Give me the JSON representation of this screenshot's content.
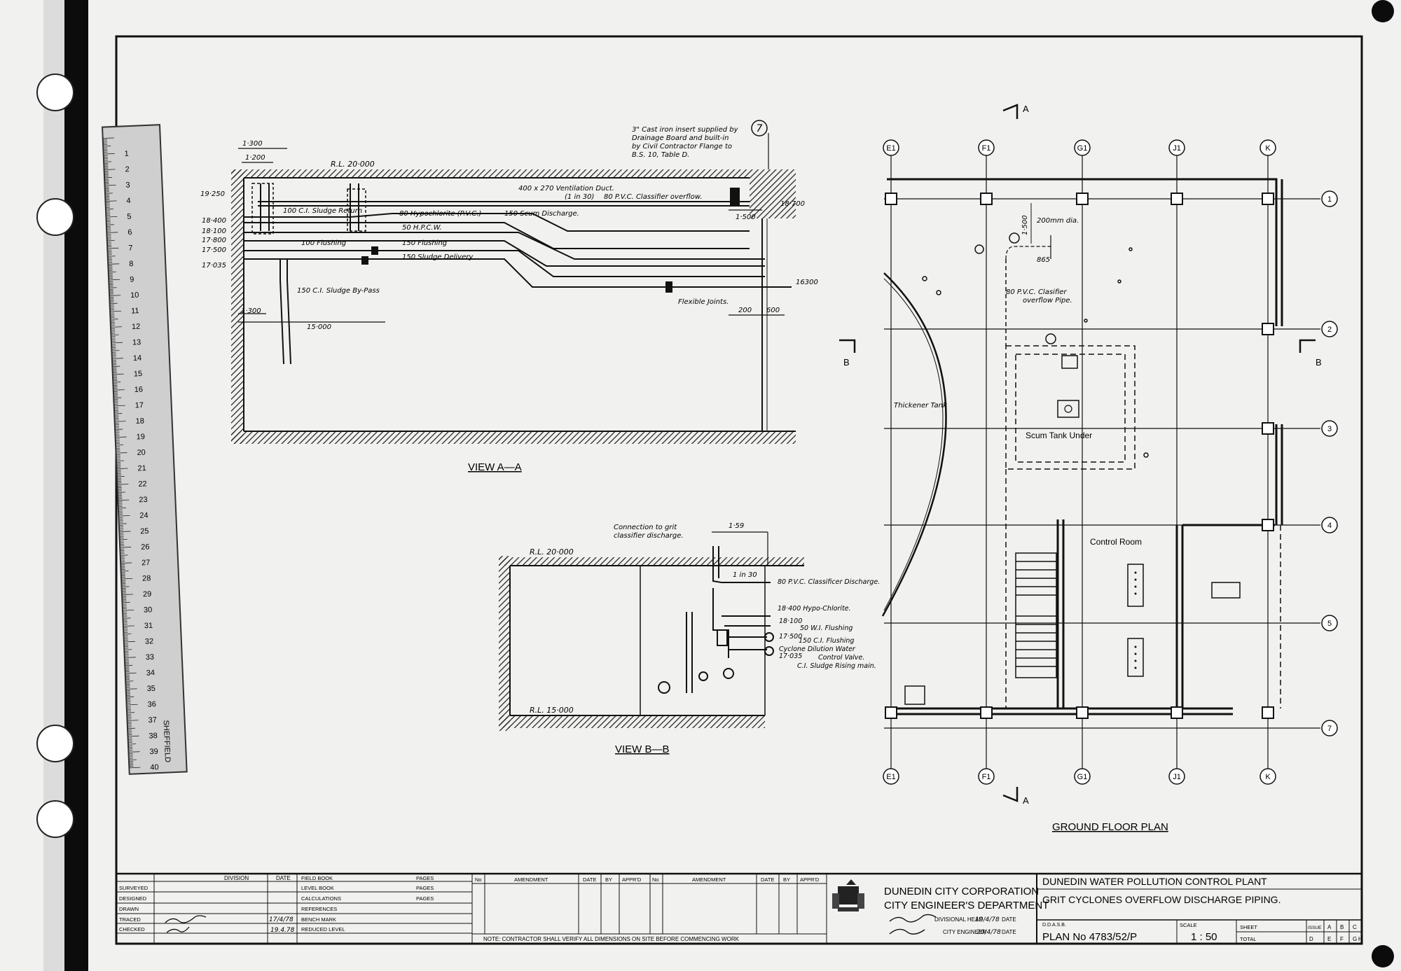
{
  "view_aa": {
    "title": "VIEW A—A",
    "top_note": [
      "3\" Cast iron insert supplied by",
      "Drainage Board and built-in",
      "by Civil Contractor Flange to",
      "B.S. 10, Table D."
    ],
    "rl": "R.L. 20·000",
    "dim_1300": "1·300",
    "dim_1200": "1·200",
    "dim_1500": "1·500",
    "dim_15000": "15·000",
    "dim_200": "200",
    "dim_600": "600",
    "dim_1300b": "1·300",
    "levels": [
      "19·250",
      "18·400",
      "18·100",
      "17·800",
      "17·500",
      "17·035"
    ],
    "level_18700": "18·700",
    "level_16300": "16300",
    "grid_7": "7",
    "labels": {
      "duct": "400 x 270 Ventilation Duct.",
      "gradient": "(1 in 30)",
      "pvc_overflow": "80 P.V.C. Classifier overflow.",
      "sludge_return": "100 C.I. Sludge Return",
      "hypo": "80 Hypochlorite (P.V.C.)",
      "scum": "150 Scum Discharge.",
      "hpcw": "50 H.P.C.W.",
      "flushing100": "100 Flushing",
      "flushing150": "150 Flushing",
      "sludge_delivery": "150 Sludge Delivery",
      "bypass": "150 C.I. Sludge By-Pass",
      "flexible": "Flexible Joints."
    }
  },
  "view_bb": {
    "title": "VIEW B—B",
    "rl_top": "R.L. 20·000",
    "rl_bottom": "R.L. 15·000",
    "dim_159": "1·59",
    "gradient": "1 in 30",
    "connection_note": [
      "Connection to grit",
      "classifier discharge."
    ],
    "labels": [
      "80 P.V.C. Classificer Discharge.",
      "18·400 Hypo-Chlorite.",
      "18·100",
      "50 W.I. Flushing",
      "17·500",
      "150 C.I. Flushing",
      "Cyclone Dilution Water",
      "Control Valve.",
      "17·035",
      "C.I. Sludge Rising main."
    ]
  },
  "plan": {
    "title": "GROUND FLOOR PLAN",
    "section_a": "A",
    "section_b": "B",
    "grid_top": [
      "E1",
      "F1",
      "G1",
      "J1",
      "K"
    ],
    "grid_right": [
      "1",
      "2",
      "3",
      "4",
      "5",
      "7"
    ],
    "dim_1500": "1·500",
    "dia": "200mm dia.",
    "dim_865": "865",
    "overflow_note": [
      "80 P.V.C. Clasifier",
      "overflow Pipe."
    ],
    "thickener": "Thickener Tank",
    "scum_tank": "Scum Tank Under",
    "control_room": "Control Room"
  },
  "title_block": {
    "left_headers": [
      "DIVISION",
      "DATE"
    ],
    "left_rows": [
      "SURVEYED",
      "DESIGNED",
      "DRAWN",
      "TRACED",
      "CHECKED"
    ],
    "traced_date": "17/4/78",
    "checked_date": "19.4.78",
    "book_rows": [
      [
        "FIELD BOOK",
        "PAGES"
      ],
      [
        "LEVEL BOOK",
        "PAGES"
      ],
      [
        "CALCULATIONS",
        "PAGES"
      ],
      [
        "REFERENCES",
        ""
      ],
      [
        "BENCH MARK",
        ""
      ],
      [
        "REDUCED LEVEL",
        ""
      ]
    ],
    "amend_headers": [
      "No",
      "AMENDMENT",
      "DATE",
      "BY",
      "APPR'D",
      "No",
      "AMENDMENT",
      "DATE",
      "BY",
      "APPR'D"
    ],
    "note": "NOTE: CONTRACTOR SHALL VERIFY ALL DIMENSIONS ON SITE BEFORE COMMENCING WORK",
    "org1": "DUNEDIN CITY CORPORATION",
    "org2": "CITY ENGINEER'S DEPARTMENT",
    "div_head": "DIVISIONAL HEAD",
    "div_head_date": "19/4/78",
    "city_engineer": "CITY ENGINEER",
    "city_engineer_date": "20/4/78",
    "date_label": "DATE",
    "project": "DUNEDIN WATER POLLUTION CONTROL PLANT",
    "drawing_title": "GRIT CYCLONES OVERFLOW DISCHARGE PIPING.",
    "ref_code": "D.D.A.S.B.",
    "plan_no": "PLAN No 4783/52/P",
    "scale_label": "SCALE",
    "scale": "1 : 50",
    "sheet_label": "SHEET",
    "total_label": "TOTAL",
    "issue_label": "ISSUE",
    "issue_letters": [
      "A",
      "B",
      "C",
      "D",
      "E",
      "F",
      "G",
      "H"
    ]
  },
  "ruler": {
    "numbers": [
      "1",
      "2",
      "3",
      "4",
      "5",
      "6",
      "7",
      "8",
      "9",
      "10",
      "11",
      "12",
      "13",
      "14",
      "15",
      "16",
      "17",
      "18",
      "19",
      "20",
      "21",
      "22",
      "23",
      "24",
      "25",
      "26",
      "27",
      "28",
      "29",
      "30",
      "31",
      "32",
      "33",
      "34",
      "35",
      "36",
      "37",
      "38",
      "39",
      "40"
    ],
    "brand": "SHEFFIELD"
  }
}
